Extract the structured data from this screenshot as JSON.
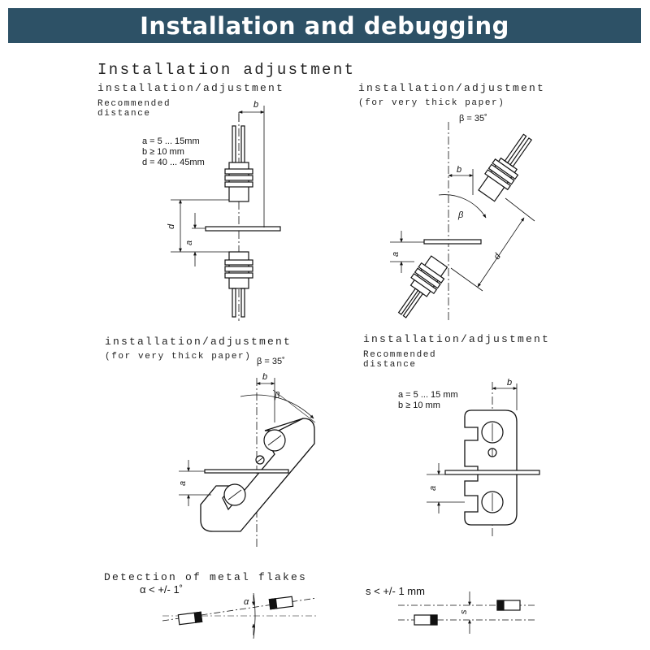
{
  "banner": {
    "title": "Installation and debugging"
  },
  "section_title": "Installation adjustment",
  "panel_top_left": {
    "heading": "installation/adjustment",
    "subheading_line1": "Recommended",
    "subheading_line2": "distance",
    "spec_a": "a  = 5 ... 15mm",
    "spec_b": "b  ≥ 10 mm",
    "spec_d": "d  = 40 ... 45mm",
    "label_b": "b",
    "label_d": "d",
    "label_a": "a"
  },
  "panel_top_right": {
    "heading": "installation/adjustment",
    "subheading": "(for very thick paper)",
    "beta_note": "β = 35˚",
    "label_b": "b",
    "label_beta": "β",
    "label_a": "a",
    "label_d": "d"
  },
  "panel_mid_left": {
    "heading": "installation/adjustment",
    "subheading": "(for very thick paper)",
    "beta_note": "β = 35˚",
    "label_b": "b",
    "label_beta": "β",
    "label_a": "a"
  },
  "panel_mid_right": {
    "heading": "installation/adjustment",
    "subheading_line1": "Recommended",
    "subheading_line2": "distance",
    "spec_a": "a  = 5 ... 15 mm",
    "spec_b": "b  ≥ 10 mm",
    "label_b": "b",
    "label_a": "a"
  },
  "panel_bottom_left": {
    "heading": "Detection of metal flakes",
    "note": "α < +/- 1˚",
    "label_alpha": "α"
  },
  "panel_bottom_right": {
    "note": "s < +/- 1 mm",
    "label_s": "s"
  }
}
